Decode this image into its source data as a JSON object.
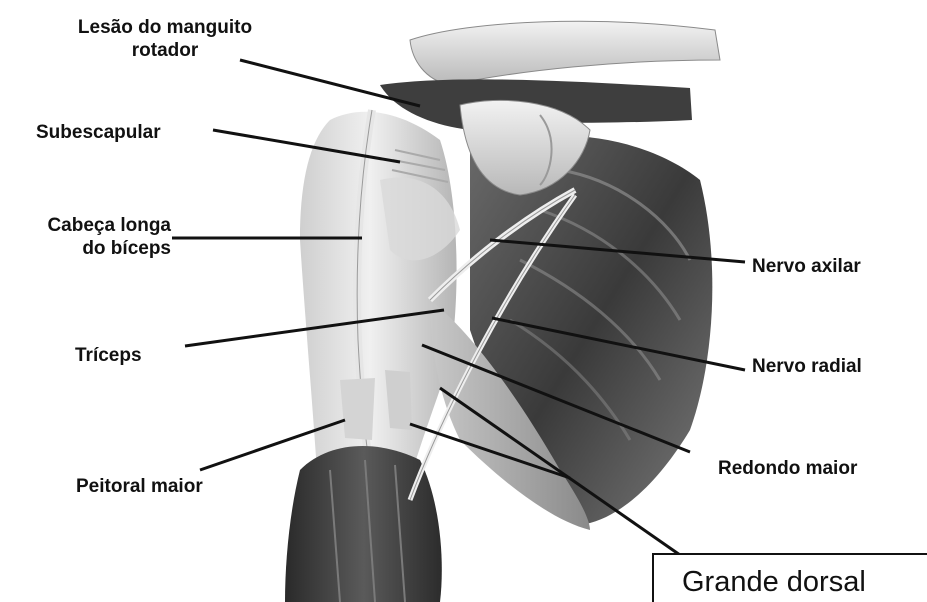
{
  "labels": {
    "rotator_cuff": [
      "Lesão do manguito",
      "rotador"
    ],
    "subscapularis": "Subescapular",
    "biceps_long_head": [
      "Cabeça longa",
      "do bíceps"
    ],
    "triceps": "Tríceps",
    "pectoralis_major": "Peitoral maior",
    "axillary_nerve": "Nervo axilar",
    "radial_nerve": "Nervo radial",
    "teres_major": "Redondo maior",
    "latissimus_dorsi": "Grande dorsal"
  },
  "colors": {
    "ink": "#111111",
    "background": "#ffffff"
  }
}
